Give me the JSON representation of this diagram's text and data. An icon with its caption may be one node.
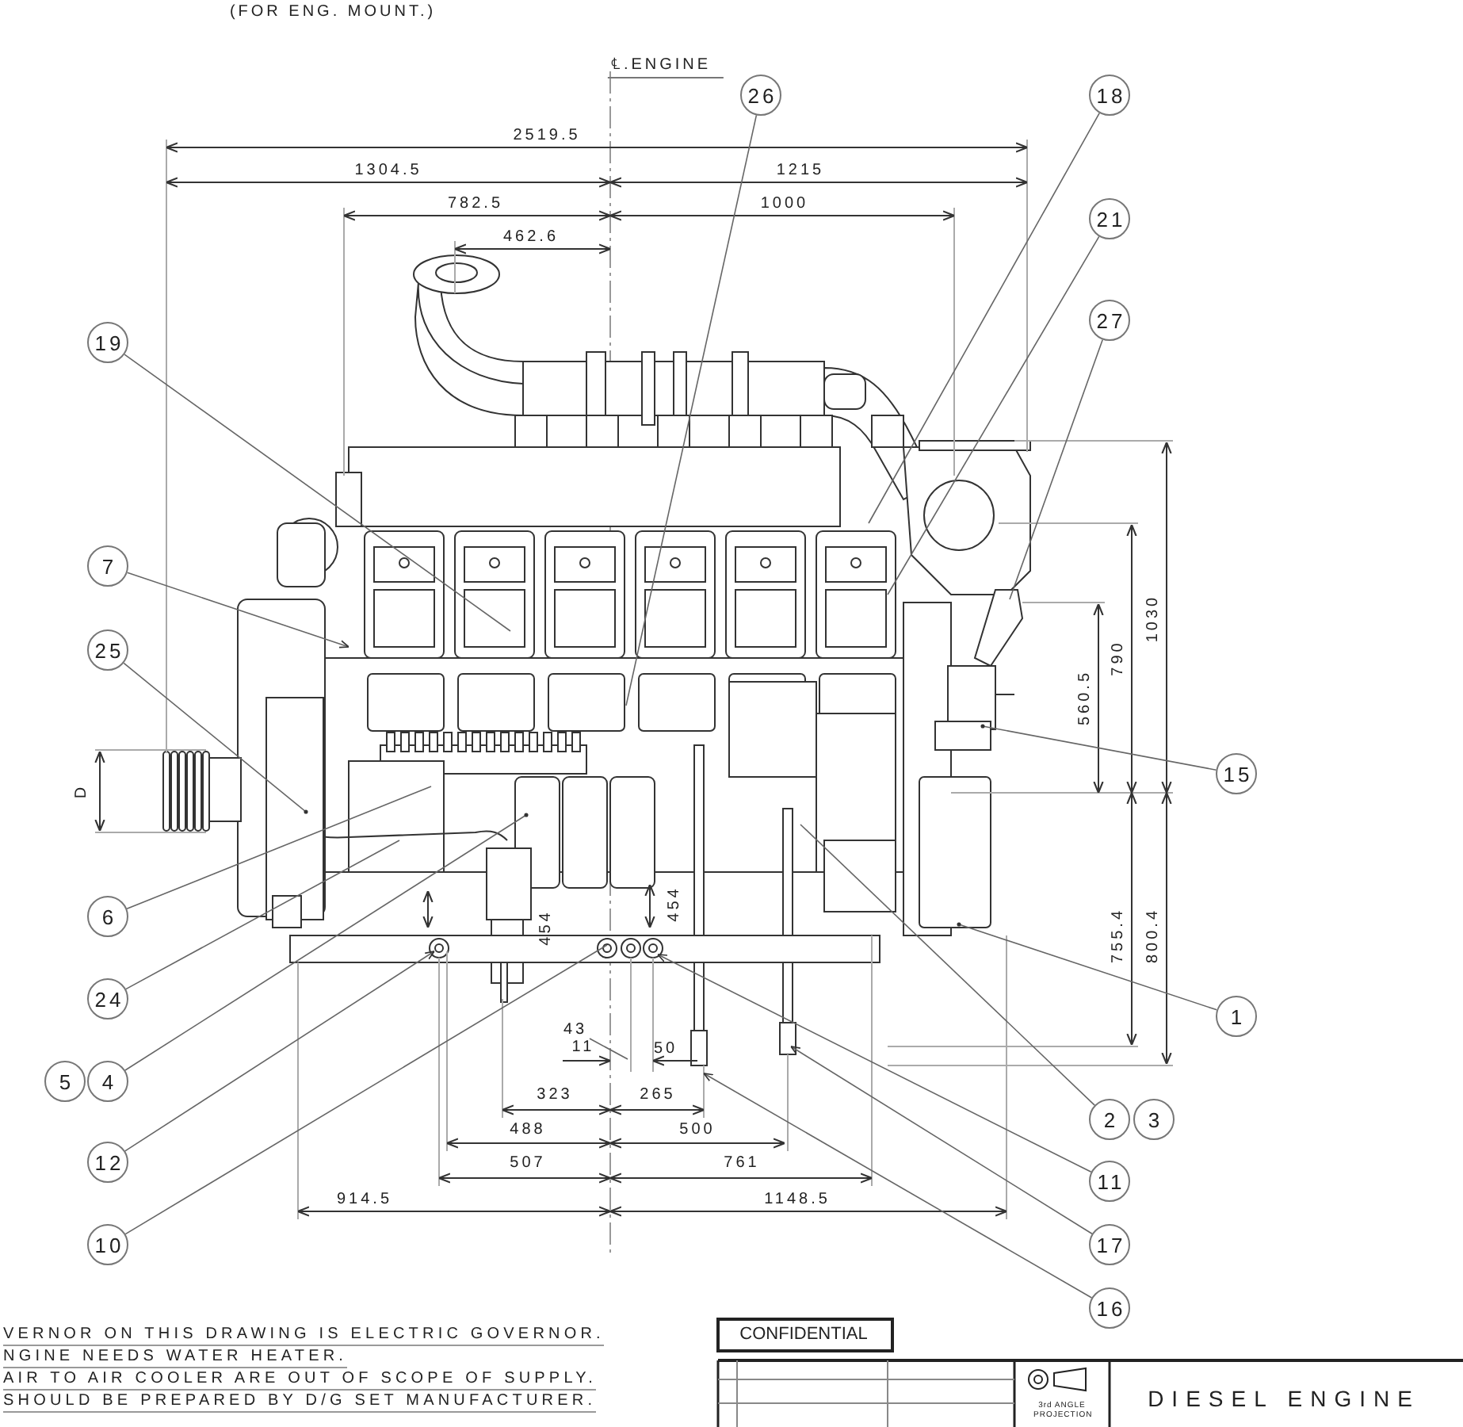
{
  "diagram": {
    "nodes": [
      {
        "text": [
          "26"
        ]
      },
      {
        "text": [
          "18"
        ]
      },
      {
        "text": [
          "21"
        ]
      },
      {
        "text": [
          "27"
        ]
      },
      {
        "text": [
          "19"
        ]
      },
      {
        "text": [
          "7"
        ]
      },
      {
        "text": [
          "25"
        ]
      },
      {
        "text": [
          "15"
        ]
      },
      {
        "text": [
          "6"
        ]
      },
      {
        "text": [
          "1"
        ]
      },
      {
        "text": [
          "24"
        ]
      },
      {
        "text": [
          "5"
        ]
      },
      {
        "text": [
          "4"
        ]
      },
      {
        "text": [
          "2"
        ]
      },
      {
        "text": [
          "3"
        ]
      },
      {
        "text": [
          "12"
        ]
      },
      {
        "text": [
          "11"
        ]
      },
      {
        "text": [
          "10"
        ]
      },
      {
        "text": [
          "17"
        ]
      },
      {
        "text": [
          "16"
        ]
      },
      {
        "text": [
          "43"
        ]
      }
    ],
    "edges": [
      {
        "from": 0,
        "to": null,
        "arrow": "none"
      },
      {
        "from": 1,
        "to": null,
        "arrow": "none"
      },
      {
        "from": 2,
        "to": null,
        "arrow": "none"
      },
      {
        "from": 3,
        "to": null,
        "arrow": "none"
      },
      {
        "from": 4,
        "to": null,
        "arrow": "none"
      },
      {
        "from": 5,
        "to": null,
        "arrow": "to"
      },
      {
        "from": 6,
        "to": null,
        "arrow": "other"
      },
      {
        "from": 7,
        "to": null,
        "arrow": "other"
      },
      {
        "from": 8,
        "to": null,
        "arrow": "none"
      },
      {
        "from": 9,
        "to": null,
        "arrow": "other"
      },
      {
        "from": 10,
        "to": null,
        "arrow": "none"
      },
      {
        "from": 12,
        "to": null,
        "arrow": "other"
      },
      {
        "from": 13,
        "to": null,
        "arrow": "none"
      },
      {
        "from": 15,
        "to": null,
        "arrow": "to"
      },
      {
        "from": 16,
        "to": null,
        "arrow": "to"
      },
      {
        "from": 17,
        "to": null,
        "arrow": "none"
      },
      {
        "from": 18,
        "to": null,
        "arrow": "to"
      },
      {
        "from": 19,
        "to": null,
        "arrow": "to"
      },
      {
        "from": 20,
        "to": null,
        "arrow": "none"
      }
    ],
    "labels": [
      "(FOR ENG. MOUNT.)",
      "℄.ENGINE",
      "2519.5",
      "1304.5",
      "1215",
      "782.5",
      "1000",
      "462.6",
      "1030",
      "790",
      "560.5",
      "D",
      "755.4",
      "800.4",
      "454",
      "454",
      "11",
      "50",
      "323",
      "265",
      "488",
      "500",
      "507",
      "761",
      "914.5",
      "1148.5",
      "VERNOR ON THIS DRAWING IS ELECTRIC GOVERNOR.",
      "NGINE NEEDS WATER HEATER.",
      "AIR TO AIR COOLER ARE OUT OF SCOPE OF SUPPLY.",
      "SHOULD BE PREPARED BY D/G SET MANUFACTURER.",
      "CONFIDENTIAL",
      "3rd ANGLE PROJECTION",
      "DIESEL ENGINE"
    ]
  }
}
